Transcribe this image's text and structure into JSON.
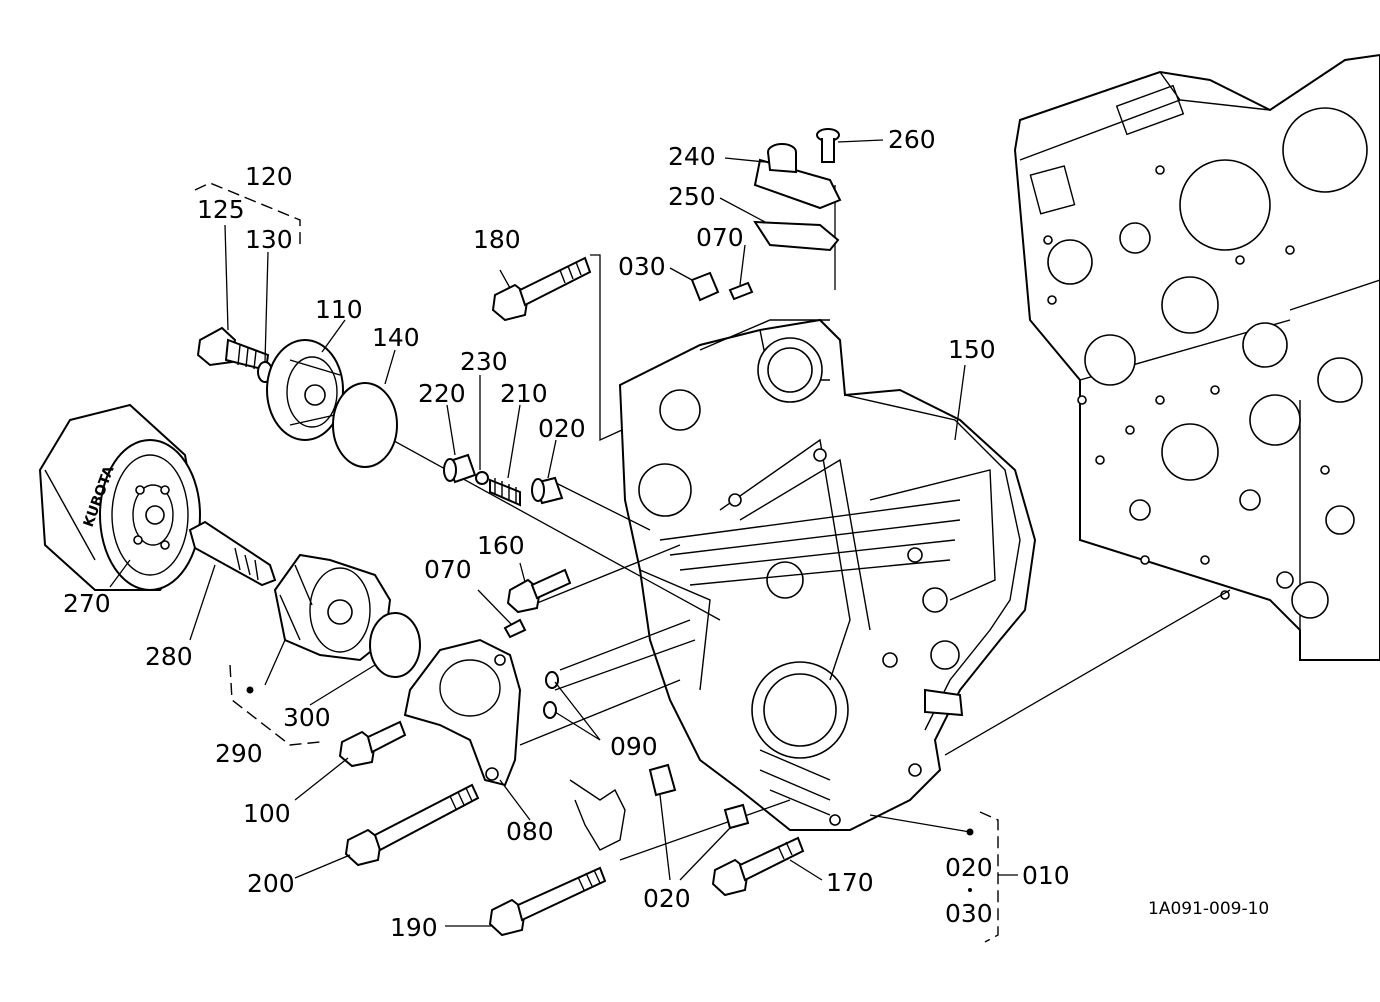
{
  "diagram": {
    "drawing_code": "1A091-009-10",
    "labels": {
      "p010": "010",
      "p020a": "020",
      "p020b": "020",
      "p020c": "020",
      "p030a": "030",
      "p030b": "030",
      "p070a": "070",
      "p070b": "070",
      "p080": "080",
      "p090": "090",
      "p100": "100",
      "p110": "110",
      "p120": "120",
      "p125": "125",
      "p130": "130",
      "p140": "140",
      "p150": "150",
      "p160": "160",
      "p170": "170",
      "p180": "180",
      "p190": "190",
      "p200": "200",
      "p210": "210",
      "p220": "220",
      "p230": "230",
      "p240": "240",
      "p250": "250",
      "p260": "260",
      "p270": "270",
      "p280": "280",
      "p290": "290",
      "p300": "300"
    },
    "filter_print": "KUBOTA"
  }
}
